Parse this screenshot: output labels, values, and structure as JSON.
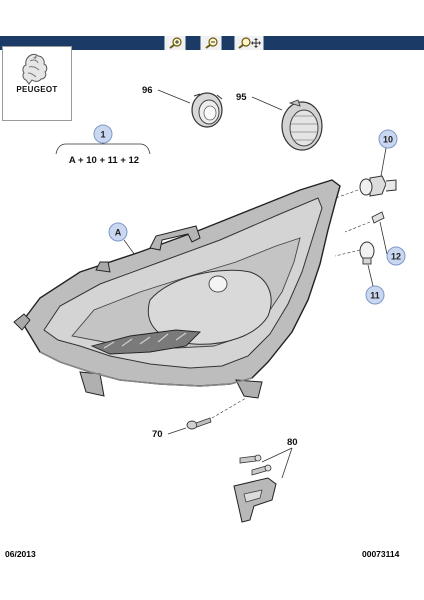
{
  "toolbar": {
    "zoom_in_icon": "magnifier-plus-icon",
    "zoom_out_icon": "magnifier-minus-icon",
    "zoom_move_icon": "magnifier-move-icon"
  },
  "brand": {
    "name": "PEUGEOT"
  },
  "colors": {
    "toolbar_bg": "#1c3a66",
    "callout_fill": "#c9d7f0",
    "callout_stroke": "#7f98c8"
  },
  "callouts": {
    "one": "1",
    "a": "A",
    "ten": "10",
    "eleven": "11",
    "twelve": "12"
  },
  "kit_formula": "A + 10 + 11 + 12",
  "part_numbers": {
    "p96": "96",
    "p95": "95",
    "p70": "70",
    "p80": "80"
  },
  "footer": {
    "date": "06/2013",
    "ref": "00073114"
  }
}
